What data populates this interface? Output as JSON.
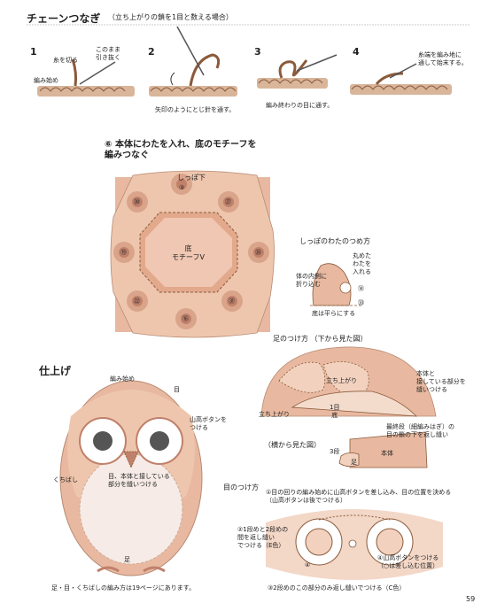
{
  "chain": {
    "title": "チェーンつなぎ",
    "subtitle": "（立ち上がりの鎖を1目と数える場合）",
    "steps": [
      {
        "num": "1",
        "labels": [
          "糸を切る",
          "このまま\n引き抜く",
          "編み始め"
        ]
      },
      {
        "num": "2",
        "labels": [
          "矢印のようにとじ針を通す。"
        ]
      },
      {
        "num": "3",
        "labels": [
          "編み終わりの目に通す。"
        ]
      },
      {
        "num": "4",
        "labels": [
          "糸端を編み地に\n通して始末する。"
        ]
      }
    ]
  },
  "section6": {
    "title": "⑥ 本体にわたを入れ、底のモチーフを\n編みつなぐ",
    "tail_label": "しっぽ下",
    "center_label": "底\nモチーフV",
    "motif_numbers": [
      "③",
      "㉗",
      "㉖",
      "㉛",
      "⑯",
      "㉒",
      "⑲",
      "㉚"
    ],
    "bottom_num": "⑯",
    "tail_stuffing": {
      "title": "しっぽのわたのつめ方",
      "label_a": "体の内側に\n折り込む",
      "label_b": "丸めた\nわたを\n入れる",
      "label_c": "底は平らにする",
      "n1": "⑭",
      "n2": "㉝"
    }
  },
  "feet": {
    "title": "足のつけ方 （下から見た図）",
    "left_label": "立ち上がり",
    "top_label": "立ち上がり",
    "center_label": "1目\n底",
    "right_label": "本体と\n接している部分を\n縫いつける",
    "bottom_label": "最終段（細編みはぎ）の\n目の鎖の下を返し縫い",
    "side_title": "（横から見た図）",
    "side_3": "3段",
    "side_foot": "足",
    "side_body": "本体"
  },
  "finish": {
    "title": "仕上げ",
    "labels": {
      "start": "編み始め",
      "eye": "目",
      "button": "山高ボタンを\nつける",
      "beak": "くちばし",
      "sew": "目、本体と接している\n部分を縫いつける",
      "foot": "足"
    },
    "note": "足・目・くちばしの編み方は19ページにあります。"
  },
  "eyes": {
    "title": "目のつけ方",
    "step1": "①目の回りの編み始めに山高ボタンを差し込み、目の位置を決める\n（山高ボタンは後でつける）",
    "step2": "②1段めと2段めの\n間を返し縫い\nでつける（E色）",
    "step4": "④山高ボタンをつける\n（○は差し込む位置）",
    "step3": "③2段めのこの部分のみ返し縫いでつける（C色）",
    "mark": "④"
  },
  "page_number": "59"
}
